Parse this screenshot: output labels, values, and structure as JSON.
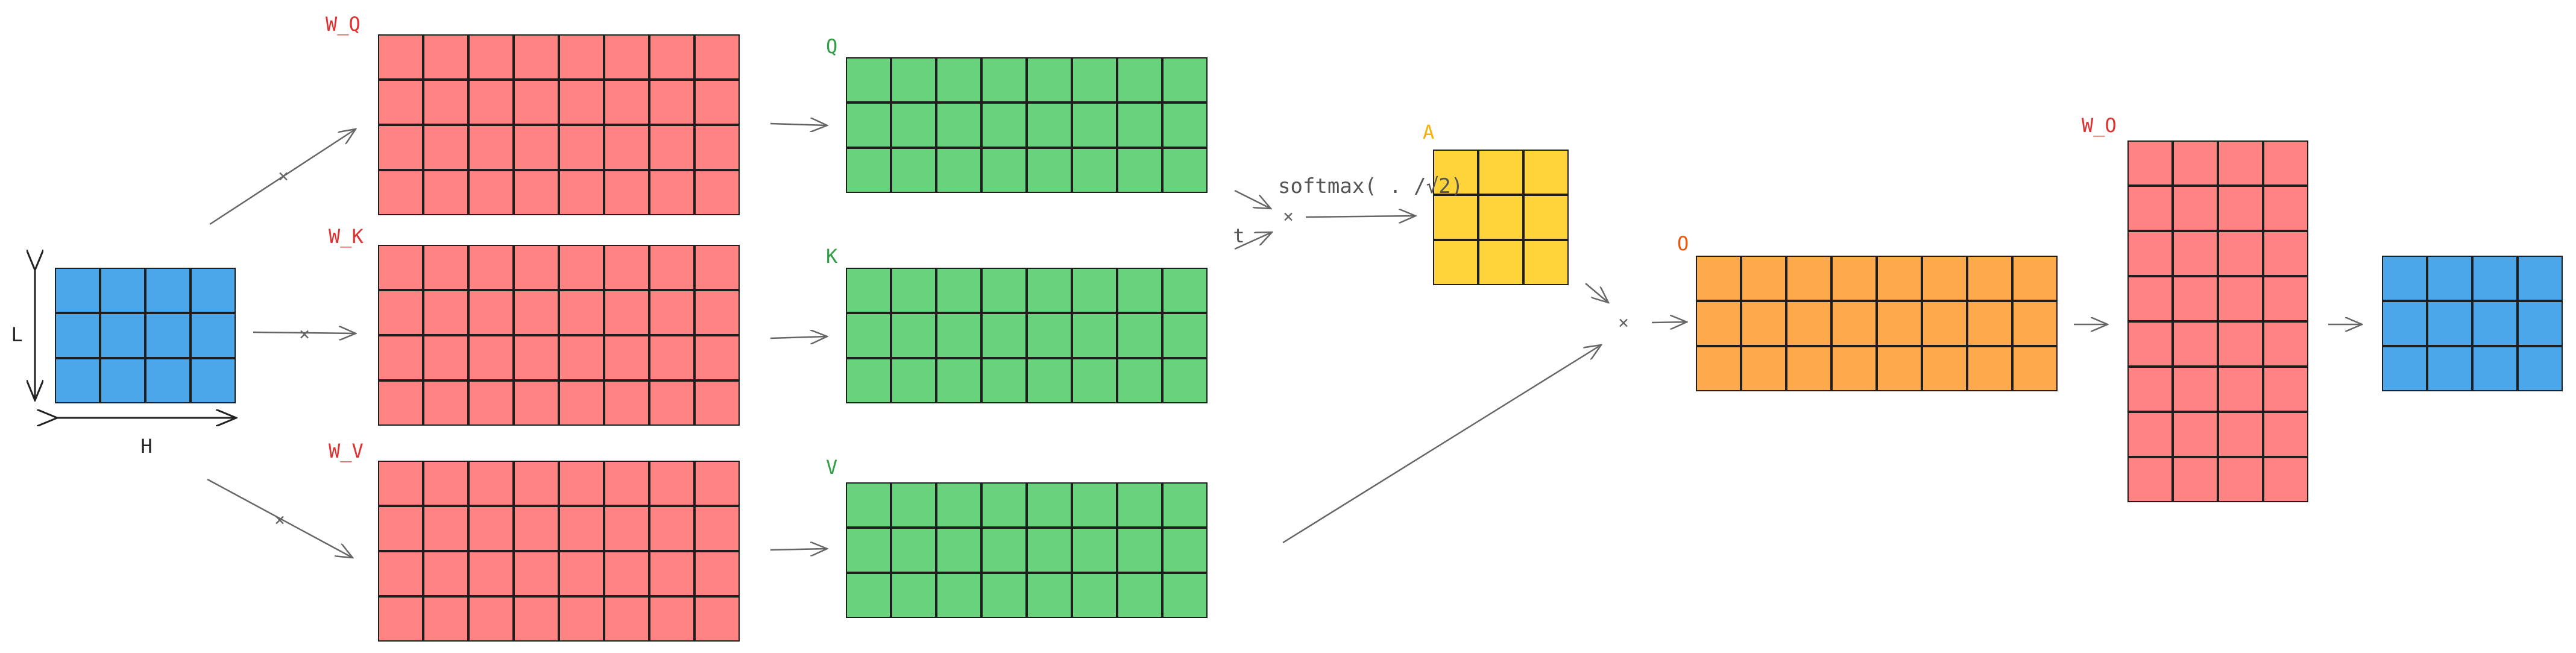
{
  "labels": {
    "wq": "W_Q",
    "wk": "W_K",
    "wv": "W_V",
    "q": "Q",
    "k": "K",
    "v": "V",
    "a": "A",
    "o": "O",
    "wo": "W_O",
    "l": "L",
    "h": "H",
    "t": "t",
    "softmax": "softmax( . /√2)",
    "mult": "×"
  },
  "colors": {
    "blue": "#4ba7ea",
    "red": "#ff8383",
    "green": "#69d27d",
    "yellow": "#ffd43b",
    "orange": "#ffa94d",
    "label_red": "#e03131",
    "label_green": "#2f9e44",
    "label_yellow": "#fab005",
    "label_orange": "#e8590c",
    "arrow": "#666666",
    "text_dark": "#222222",
    "text_gray": "#555555"
  },
  "matrices": [
    {
      "name": "x-input-matrix",
      "rows": 3,
      "cols": 4,
      "color": "blue"
    },
    {
      "name": "wq-matrix",
      "rows": 4,
      "cols": 8,
      "color": "red"
    },
    {
      "name": "wk-matrix",
      "rows": 4,
      "cols": 8,
      "color": "red"
    },
    {
      "name": "wv-matrix",
      "rows": 4,
      "cols": 8,
      "color": "red"
    },
    {
      "name": "q-matrix",
      "rows": 3,
      "cols": 8,
      "color": "green"
    },
    {
      "name": "k-matrix",
      "rows": 3,
      "cols": 8,
      "color": "green"
    },
    {
      "name": "v-matrix",
      "rows": 3,
      "cols": 8,
      "color": "green"
    },
    {
      "name": "a-matrix",
      "rows": 3,
      "cols": 3,
      "color": "yellow"
    },
    {
      "name": "o-matrix",
      "rows": 3,
      "cols": 8,
      "color": "orange"
    },
    {
      "name": "wo-matrix",
      "rows": 8,
      "cols": 4,
      "color": "red"
    },
    {
      "name": "output-matrix",
      "rows": 3,
      "cols": 4,
      "color": "blue"
    }
  ]
}
